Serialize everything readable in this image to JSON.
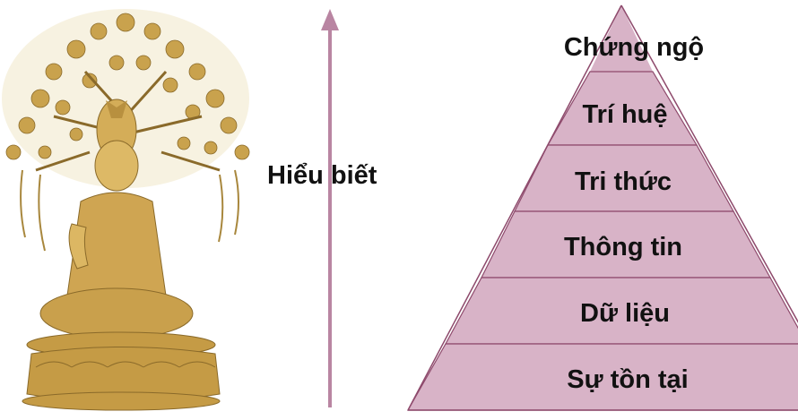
{
  "arrow": {
    "label": "Hiểu biết"
  },
  "pyramid": {
    "tiers": [
      {
        "label": "Chứng ngộ"
      },
      {
        "label": "Trí huệ"
      },
      {
        "label": "Tri thức"
      },
      {
        "label": "Thông tin"
      },
      {
        "label": "Dữ liệu"
      },
      {
        "label": "Sự tồn tại"
      }
    ]
  },
  "image": {
    "subject": "buddha-statue-under-bodhi-tree"
  },
  "colors": {
    "tier_fill": "#d8b3c7",
    "tier_stroke": "#8e4a6c",
    "arrow": "#b985a2",
    "brass": "#c9a24d",
    "brass_dark": "#8a6a2a"
  }
}
